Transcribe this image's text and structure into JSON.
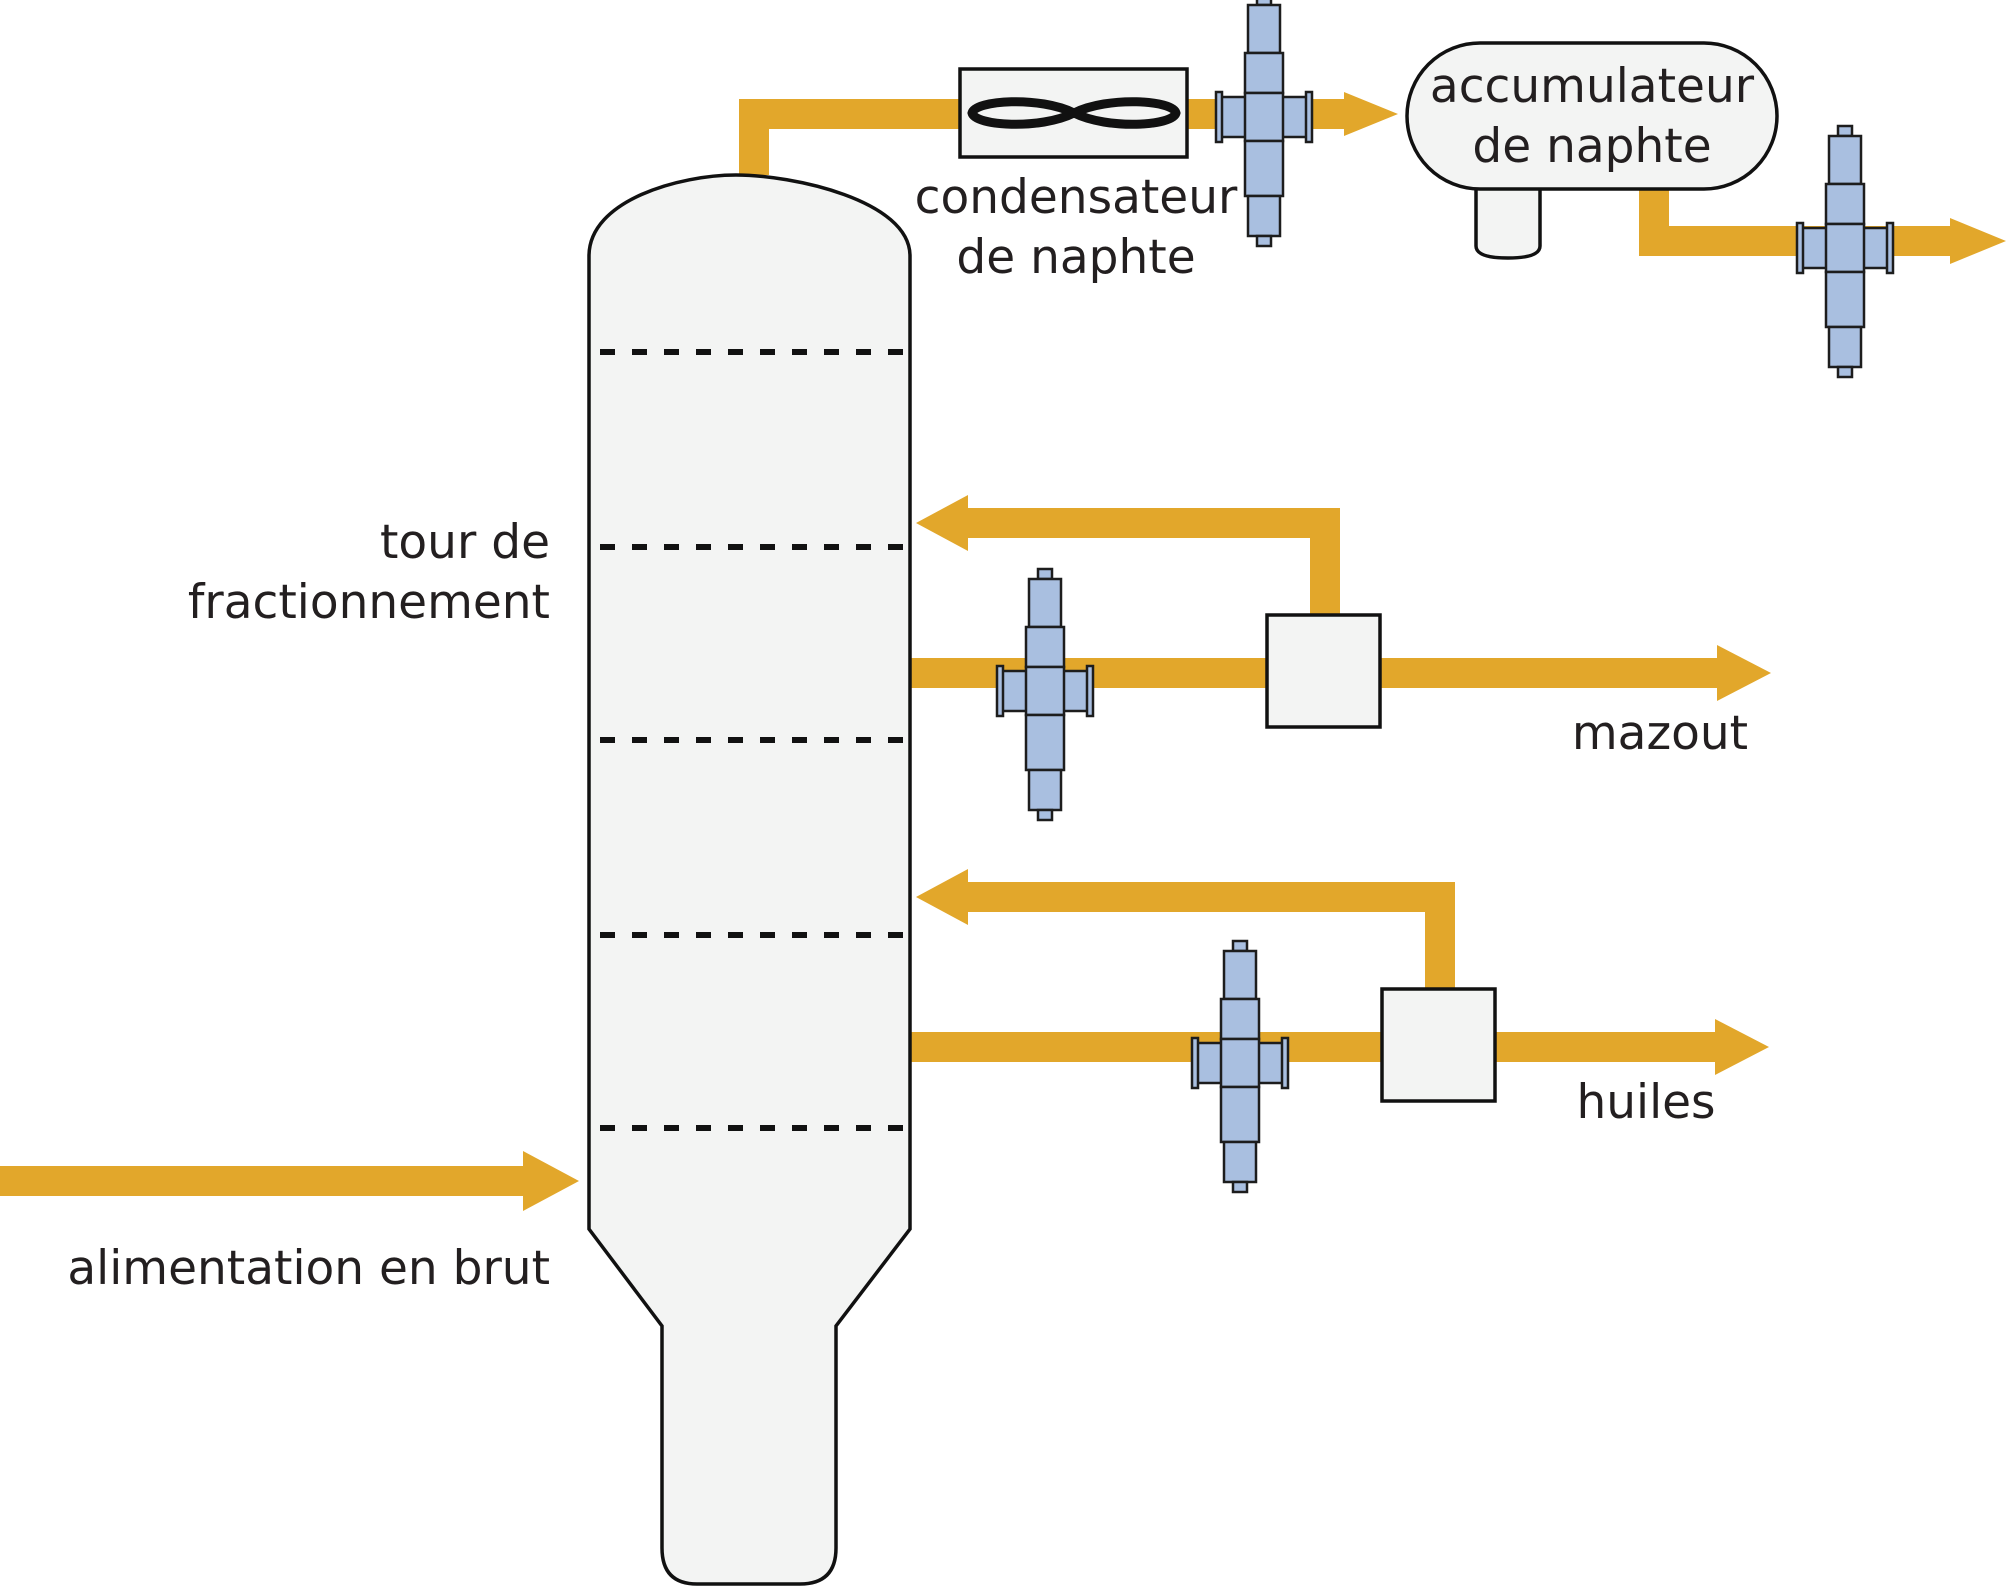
{
  "labels": {
    "tower": [
      "tour de",
      "fractionnement"
    ],
    "condenser": [
      "condensateur",
      "de naphte"
    ],
    "accumulator": [
      "accumulateur",
      "de naphte"
    ],
    "fuel_oil": "mazout",
    "oils": "huiles",
    "crude_feed": "alimentation en brut"
  },
  "colors": {
    "pipe": "#e2a72b",
    "valve": "#a9bfe0",
    "vessel_fill": "#f3f4f3",
    "outline": "#111111",
    "text": "#231f20"
  },
  "icons": {
    "valve": "valve-icon",
    "condenser_coil": "coil-icon"
  }
}
